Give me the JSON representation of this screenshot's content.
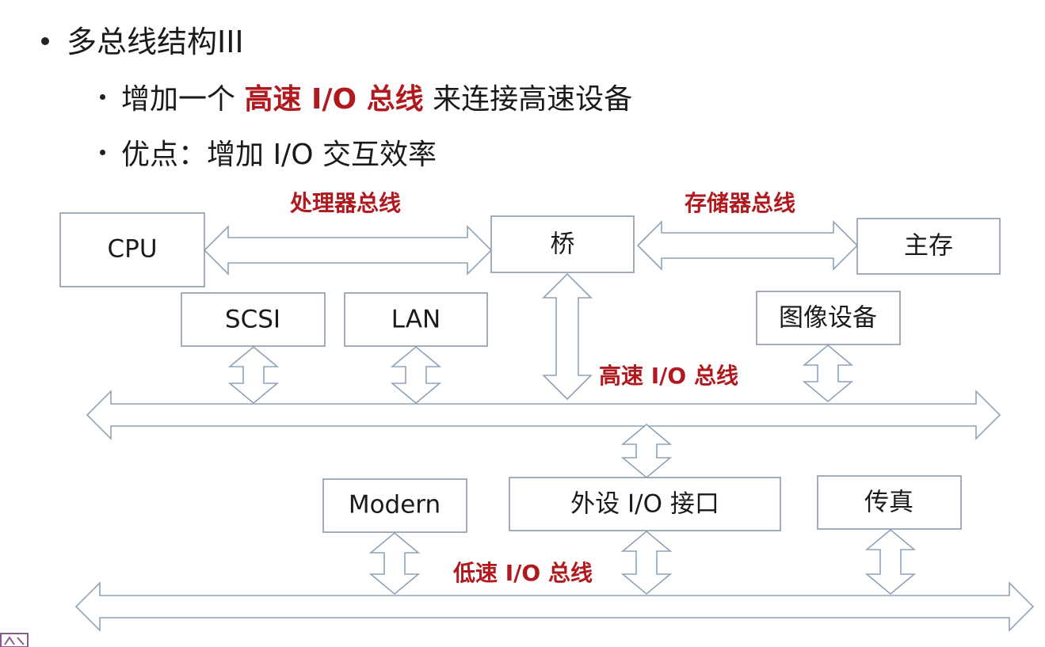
{
  "bullets": {
    "title": "多总线结构III",
    "item1_prefix": "增加一个",
    "item1_highlight": "高速 I/O 总线",
    "item1_suffix": "来连接高速设备",
    "item2": "优点：增加 I/O 交互效率"
  },
  "diagram": {
    "nodes": {
      "cpu": "CPU",
      "bridge": "桥",
      "memory": "主存",
      "scsi": "SCSI",
      "lan": "LAN",
      "graphics": "图像设备",
      "modem": "Modern",
      "peripheral_io": "外设 I/O 接口",
      "fax": "传真"
    },
    "bus_labels": {
      "processor_bus": "处理器总线",
      "memory_bus": "存储器总线",
      "high_speed_io_bus": "高速 I/O 总线",
      "low_speed_io_bus": "低速 I/O 总线"
    }
  },
  "colors": {
    "highlight": "#b0191e",
    "box_border": "#8a9aac",
    "arrow_border": "#8fa3b8"
  }
}
